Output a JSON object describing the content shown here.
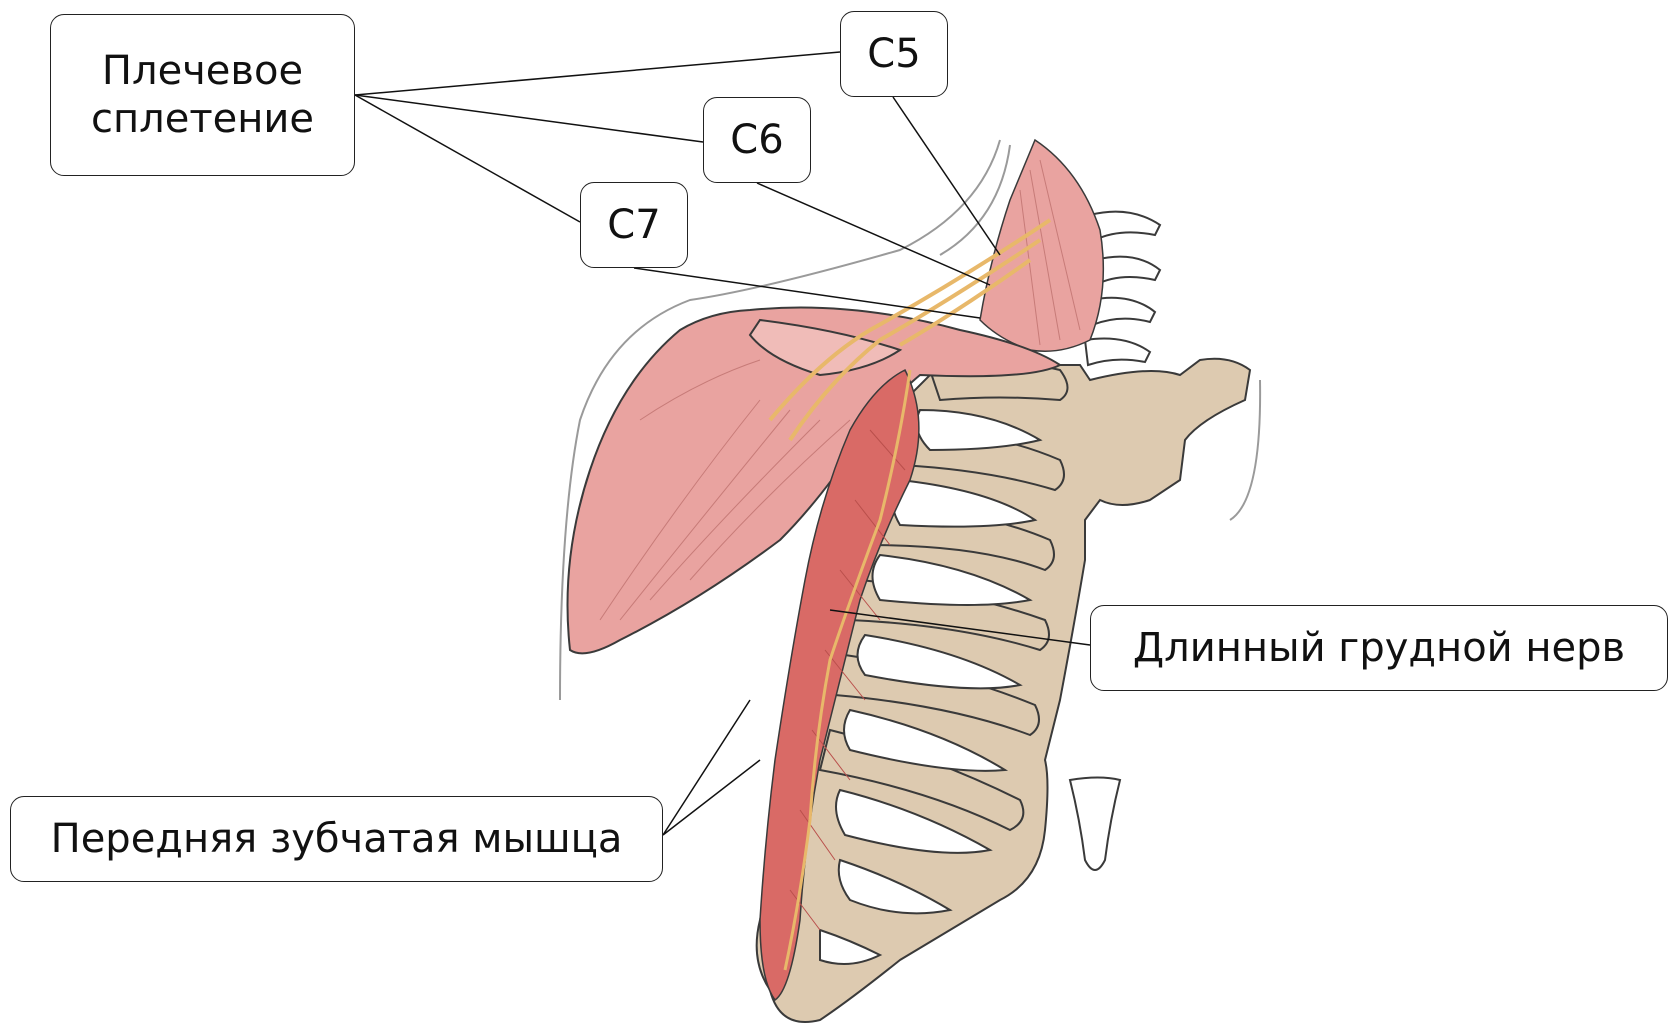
{
  "labels": {
    "brachial_plexus": "Плечевое сплетение",
    "c5": "C5",
    "c6": "C6",
    "c7": "C7",
    "long_thoracic_nerve": "Длинный грудной нерв",
    "serratus_anterior": "Передняя зубчатая мышца"
  },
  "colors": {
    "muscle": "#e9a3a0",
    "muscle_dark": "#d96a66",
    "bone": "#ddcab0",
    "nerve": "#e8b86a",
    "outline": "#3a3a3a",
    "skin_line": "#9a9a9a"
  }
}
